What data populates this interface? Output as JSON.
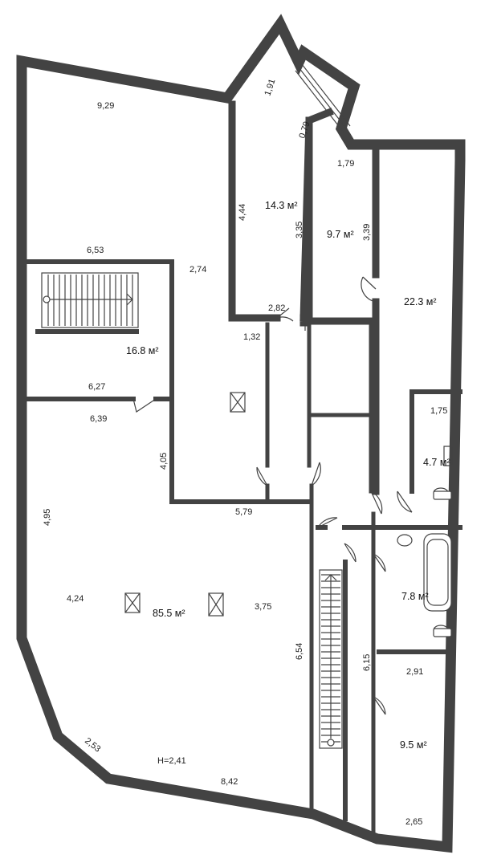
{
  "plan": {
    "wall_color": "#434343",
    "background": "#ffffff",
    "ceiling_height": "H=2,41",
    "rooms": [
      {
        "id": "room-14",
        "area": "14.3 м²"
      },
      {
        "id": "room-9-7",
        "area": "9.7 м²"
      },
      {
        "id": "room-22",
        "area": "22.3 м²"
      },
      {
        "id": "room-16",
        "area": "16.8 м²"
      },
      {
        "id": "room-4-7",
        "area": "4.7 м²"
      },
      {
        "id": "room-85",
        "area": "85.5 м²"
      },
      {
        "id": "room-7-8",
        "area": "7.8 м²"
      },
      {
        "id": "room-9-5",
        "area": "9.5 м²"
      }
    ],
    "dimensions": [
      "9,29",
      "1,91",
      "0,79",
      "1,79",
      "4,44",
      "3,35",
      "3,39",
      "6,53",
      "2,74",
      "2,82",
      "1,32",
      "6,27",
      "6,39",
      "1,75",
      "4,05",
      "5,79",
      "4,95",
      "4,24",
      "3,75",
      "6,54",
      "6,15",
      "2,91",
      "2,53",
      "8,42",
      "2,65"
    ]
  }
}
